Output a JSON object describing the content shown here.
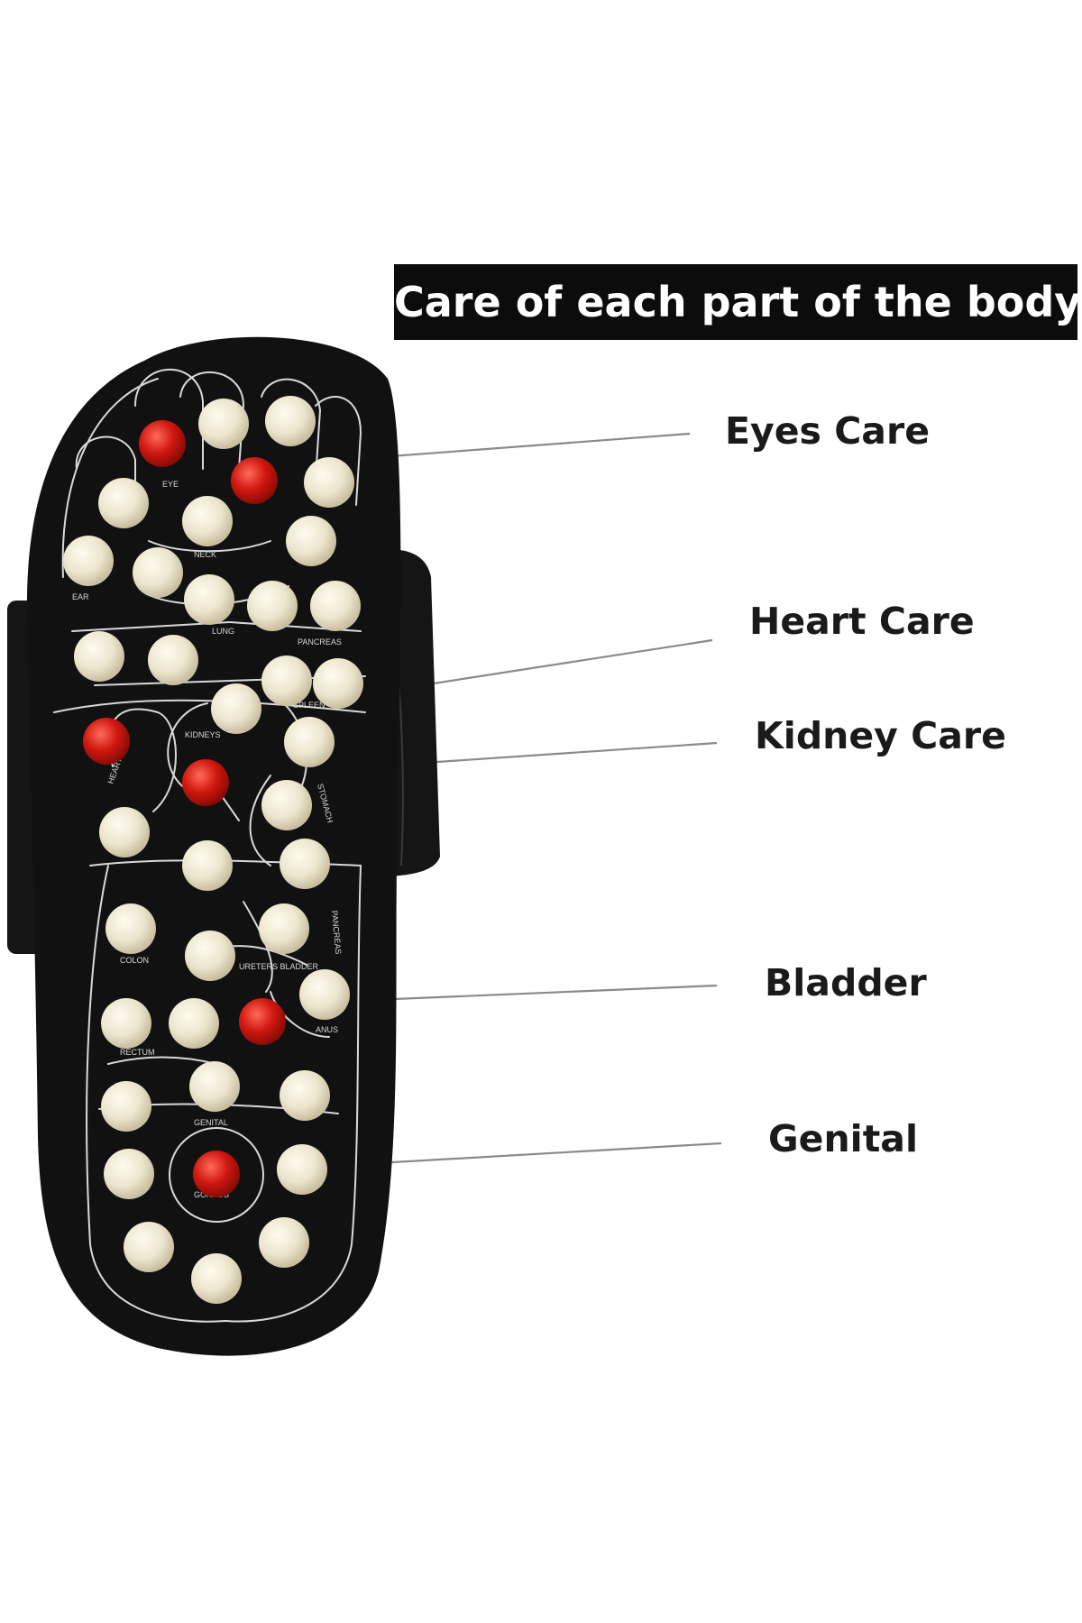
{
  "title": "Care of each part of the body",
  "labels": [
    {
      "key": "eyes",
      "text": "Eyes Care"
    },
    {
      "key": "heart",
      "text": "Heart Care"
    },
    {
      "key": "kidney",
      "text": "Kidney Care"
    },
    {
      "key": "bladder",
      "text": "Bladder"
    },
    {
      "key": "genital",
      "text": "Genital"
    }
  ],
  "sole_zones": {
    "eye": "EYE",
    "ear": "EAR",
    "neck": "NECK",
    "lung": "LUNG",
    "pancreas": "PANCREAS",
    "spleen": "SPLEEN",
    "kidneys": "KIDNEYS",
    "heart": "HEART",
    "stomach": "STOMACH",
    "colon": "COLON",
    "ureters_bladder": "URETERS BLADDER",
    "rectum": "RECTUM",
    "anus": "ANUS",
    "genital": "GENITAL",
    "gonads": "GONADS",
    "pancreas_lower": "PANCREAS"
  },
  "colors": {
    "sole": "#111111",
    "strap": "#151515",
    "nub": "#ece6cf",
    "red_nub": "#cc1a12",
    "leader_line": "#8a8a8a",
    "title_bg": "#0c0c0c",
    "title_text": "#ffffff"
  }
}
